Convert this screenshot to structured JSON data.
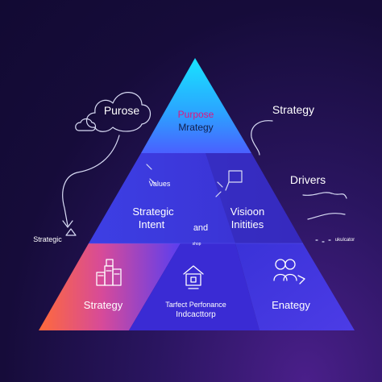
{
  "labels": {
    "purose": "Purose",
    "strategy_top": "Strategy",
    "purpose": "Purpose",
    "mrategy": "Mrategy",
    "values": "Values",
    "drivers": "Drivers",
    "strategic_line1": "Strategic",
    "strategic_line2": "Intent",
    "and": "and",
    "vision_line1": "Visioon",
    "vision_line2": "Initities",
    "strategic_side": "Strategic",
    "small_mark": "shop",
    "side_right": "ukulcator",
    "strategy_bottom": "Strategy",
    "tarfect_line1": "Tarfect Perfonance",
    "tarfect_line2": "Indcacttorp",
    "enategy": "Enategy"
  },
  "colors": {
    "apex_top": "#1ee0ff",
    "apex_bottom": "#4a63ff",
    "middle_left": "#3c3bdc",
    "middle_right": "#3528b8",
    "bottom_left_start": "#ff6a3d",
    "bottom_left_end": "#5b3cf0",
    "bottom_center": "#3a2bd6",
    "bottom_right": "#4336e0",
    "purpose_accent": "#e0157e"
  }
}
